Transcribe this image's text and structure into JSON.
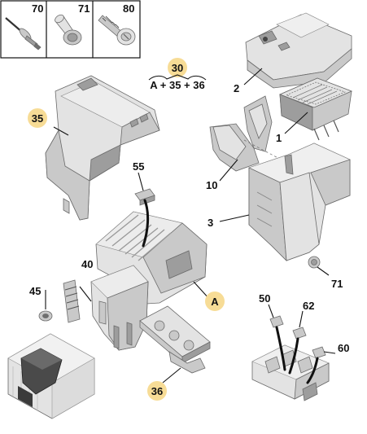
{
  "fastener_box": {
    "items": [
      {
        "ref": "70",
        "icon": "rivet-icon"
      },
      {
        "ref": "71",
        "icon": "plug-cap-icon"
      },
      {
        "ref": "80",
        "icon": "screw-icon"
      }
    ]
  },
  "formula": {
    "ref": "30",
    "text": "A + 35 + 36"
  },
  "callouts": {
    "c1": "1",
    "c2": "2",
    "c3": "3",
    "c10": "10",
    "c35": "35",
    "c36": "36",
    "c40": "40",
    "c45": "45",
    "c50": "50",
    "c55": "55",
    "c60": "60",
    "c62": "62",
    "c71": "71",
    "cA": "A"
  },
  "colors": {
    "badge": "#f7dc96",
    "part_light": "#e3e3e3",
    "part_mid": "#c9c9c9",
    "part_dark": "#9d9d9d",
    "ink": "#111111"
  }
}
